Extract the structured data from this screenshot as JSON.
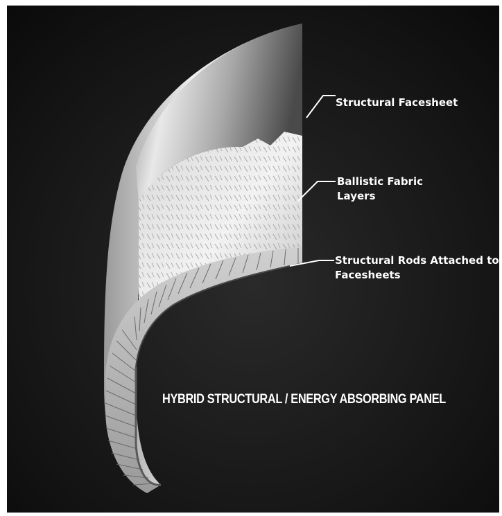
{
  "labels": {
    "facesheet": "Structural Facesheet",
    "fabric": "Ballistic Fabric Layers",
    "rods": "Structural Rods Attached to Facesheets"
  },
  "title": "HYBRID STRUCTURAL / ENERGY ABSORBING PANEL",
  "colors": {
    "background": "#1a1a1a",
    "panel_light": "#e6e6e6",
    "panel_mid": "#9a9a9a",
    "panel_dark": "#555555",
    "text": "#ffffff"
  }
}
